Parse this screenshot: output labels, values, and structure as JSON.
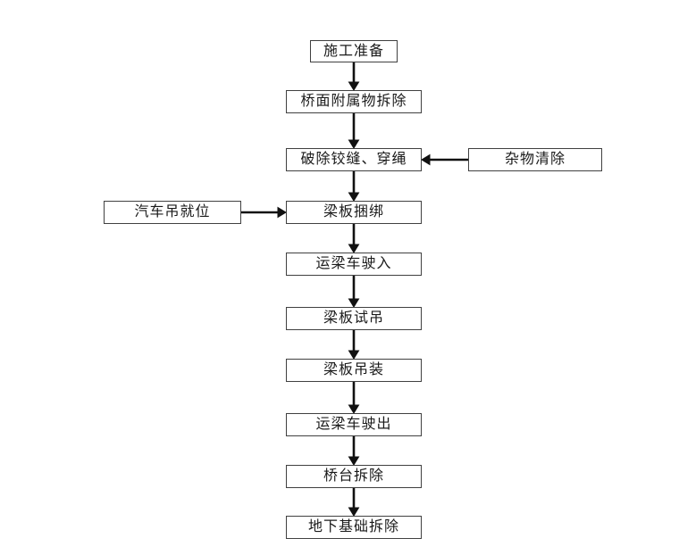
{
  "diagram": {
    "type": "flowchart",
    "direction": "top-down",
    "main_flow": [
      {
        "id": "construction-preparation",
        "label": "施工准备"
      },
      {
        "id": "deck-accessory-removal",
        "label": "桥面附属物拆除"
      },
      {
        "id": "break-hinge-joint-thread-rope",
        "label": "破除铰缝、穿绳"
      },
      {
        "id": "beam-slab-binding",
        "label": "梁板捆绑"
      },
      {
        "id": "girder-truck-drive-in",
        "label": "运梁车驶入"
      },
      {
        "id": "beam-slab-trial-lift",
        "label": "梁板试吊"
      },
      {
        "id": "beam-slab-hoisting",
        "label": "梁板吊装"
      },
      {
        "id": "girder-truck-drive-out",
        "label": "运梁车驶出"
      },
      {
        "id": "abutment-removal",
        "label": "桥台拆除"
      },
      {
        "id": "underground-foundation-removal",
        "label": "地下基础拆除"
      }
    ],
    "side_inputs": [
      {
        "id": "truck-crane-in-place",
        "label": "汽车吊就位",
        "side": "left",
        "target": "beam-slab-binding"
      },
      {
        "id": "debris-clearing",
        "label": "杂物清除",
        "side": "right",
        "target": "break-hinge-joint-thread-rope"
      }
    ],
    "colors": {
      "background": "#ffffff",
      "box_border": "#404040",
      "text": "#1a1a1a",
      "arrow": "#111111"
    }
  }
}
